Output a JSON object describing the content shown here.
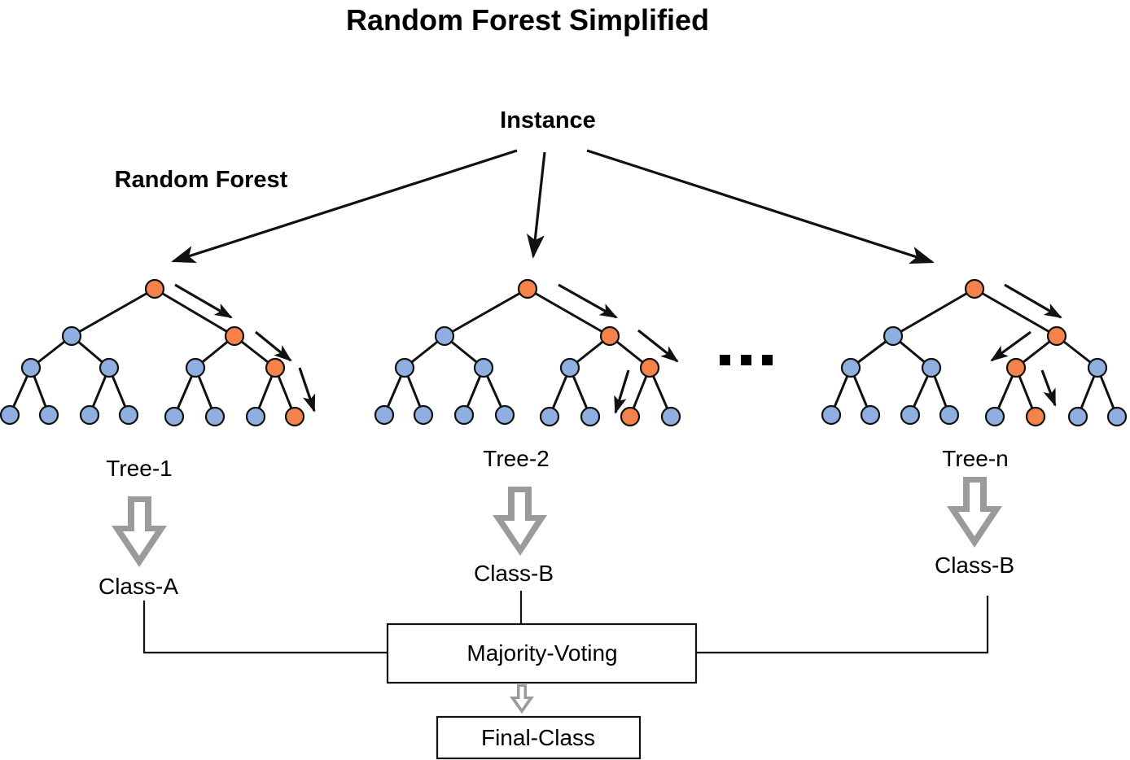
{
  "title": "Random Forest Simplified",
  "instance_label": "Instance",
  "forest_label": "Random Forest",
  "ellipsis": "...",
  "colors": {
    "node_default": "#8eafe0",
    "node_path": "#f5824a",
    "class_arrow": "#9b9b9b",
    "line": "#111111"
  },
  "trees": [
    {
      "label": "Tree-1",
      "result": "Class-A"
    },
    {
      "label": "Tree-2",
      "result": "Class-B"
    },
    {
      "label": "Tree-n",
      "result": "Class-B"
    }
  ],
  "voting_label": "Majority-Voting",
  "final_label": "Final-Class"
}
